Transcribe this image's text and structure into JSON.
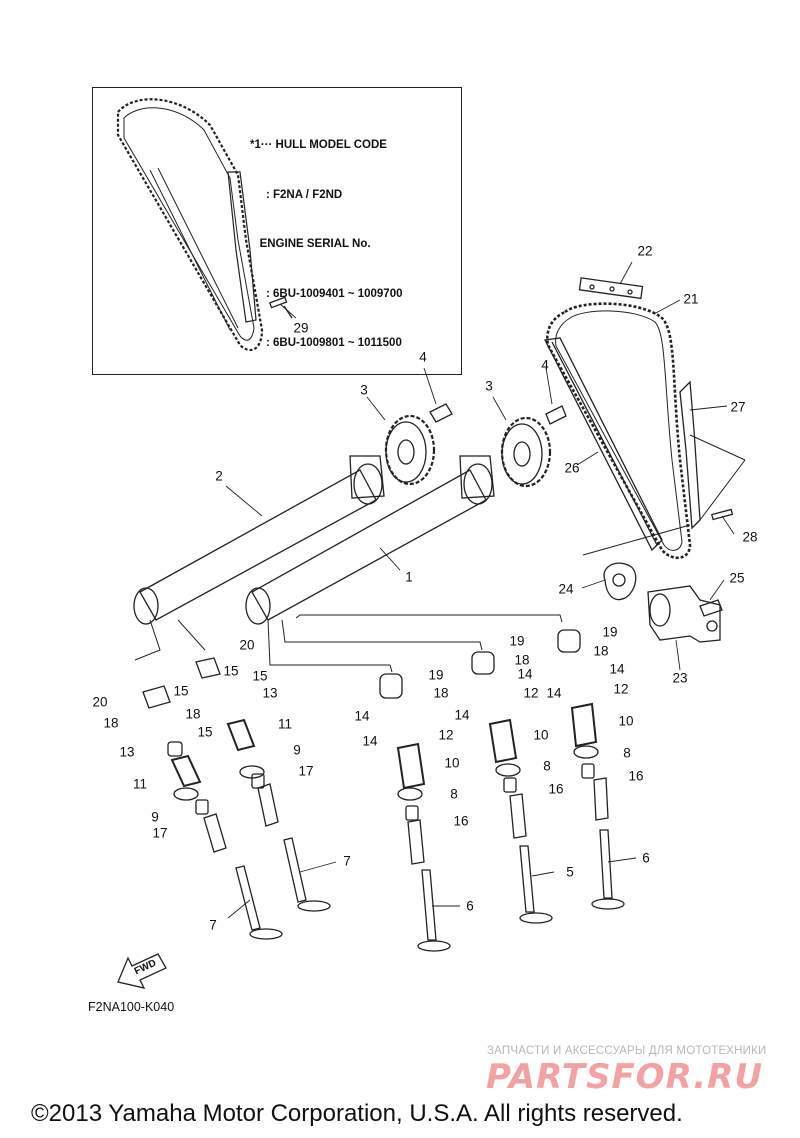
{
  "inset_note": {
    "line1": "*1··· HULL MODEL CODE",
    "line2": "     : F2NA / F2ND",
    "line3": "   ENGINE SERIAL No.",
    "line4": "     : 6BU-1009401 ~ 1009700",
    "line5": "     : 6BU-1009801 ~ 1011500"
  },
  "callouts": {
    "c1": "1",
    "c2": "2",
    "c3a": "3",
    "c3b": "3",
    "c4a": "4",
    "c4b": "4",
    "c5": "5",
    "c6a": "6",
    "c6b": "6",
    "c7a": "7",
    "c7b": "7",
    "c8a": "8",
    "c8b": "8",
    "c8c": "8",
    "c9a": "9",
    "c9b": "9",
    "c10a": "10",
    "c10b": "10",
    "c10c": "10",
    "c11a": "11",
    "c11b": "11",
    "c12a": "12",
    "c12b": "12",
    "c12c": "12",
    "c13a": "13",
    "c13b": "13",
    "c14a": "14",
    "c14b": "14",
    "c14c": "14",
    "c14d": "14",
    "c14e": "14",
    "c14f": "14",
    "c15a": "15",
    "c15b": "15",
    "c15c": "15",
    "c15d": "15",
    "c16a": "16",
    "c16b": "16",
    "c16c": "16",
    "c17a": "17",
    "c17b": "17",
    "c18a": "18",
    "c18b": "18",
    "c18c": "18",
    "c18d": "18",
    "c18e": "18",
    "c19a": "19",
    "c19b": "19",
    "c19c": "19",
    "c20a": "20",
    "c20b": "20",
    "c21": "21",
    "c22": "22",
    "c23": "23",
    "c24": "24",
    "c25": "25",
    "c26": "26",
    "c27": "27",
    "c28": "28",
    "c29": "29"
  },
  "fwd_label": "FWD",
  "diagram_code": "F2NA100-K040",
  "watermark_tagline": "ЗАПЧАСТИ И АКСЕССУАРЫ ДЛЯ МОТОТЕХНИКИ",
  "watermark_logo": "PARTSFOR.RU",
  "copyright": "©2013 Yamaha Motor Corporation, U.S.A. All rights reserved.",
  "colors": {
    "line": "#222222",
    "watermark_logo": "#f2a2a2",
    "watermark_text": "#b7b7b7"
  }
}
